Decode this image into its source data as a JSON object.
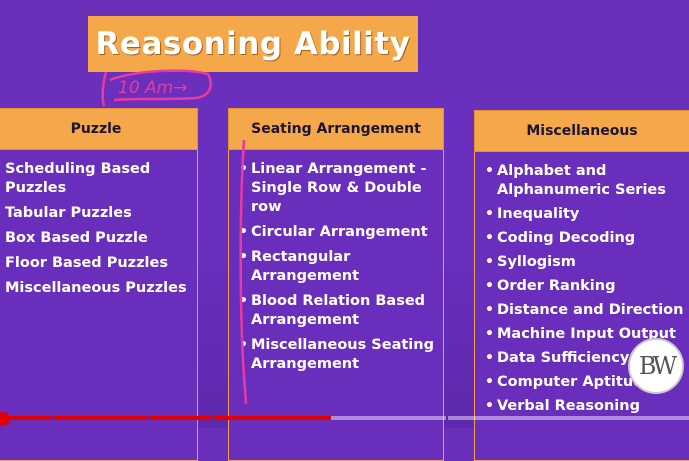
{
  "title": "Reasoning Ability",
  "annotation": "10 Am→",
  "columns": [
    {
      "heading": "Puzzle",
      "items": [
        "Scheduling Based Puzzles",
        "Tabular Puzzles",
        "Box Based Puzzle",
        "Floor Based Puzzles",
        "Miscellaneous Puzzles"
      ]
    },
    {
      "heading": "Seating Arrangement",
      "items": [
        "Linear Arrangement - Single Row & Double row",
        "Circular Arrangement",
        "Rectangular Arrangement",
        "Blood Relation Based Arrangement",
        "Miscellaneous Seating Arrangement"
      ]
    },
    {
      "heading": "Miscellaneous",
      "items": [
        "Alphabet and Alphanumeric Series",
        "Inequality",
        "Coding Decoding",
        "Syllogism",
        "Order Ranking",
        "Distance and Direction",
        "Machine Input Output",
        "Data Sufficiency",
        "Computer Aptitude",
        "Verbal Reasoning"
      ]
    }
  ],
  "logo_text": "BW",
  "bullet": "•",
  "video_progress": 0.48,
  "colors": {
    "background": "#6a2fb8",
    "header_orange": "#f5a84a",
    "progress_red": "#e00000",
    "annotation_pink": "#e83aa0"
  }
}
